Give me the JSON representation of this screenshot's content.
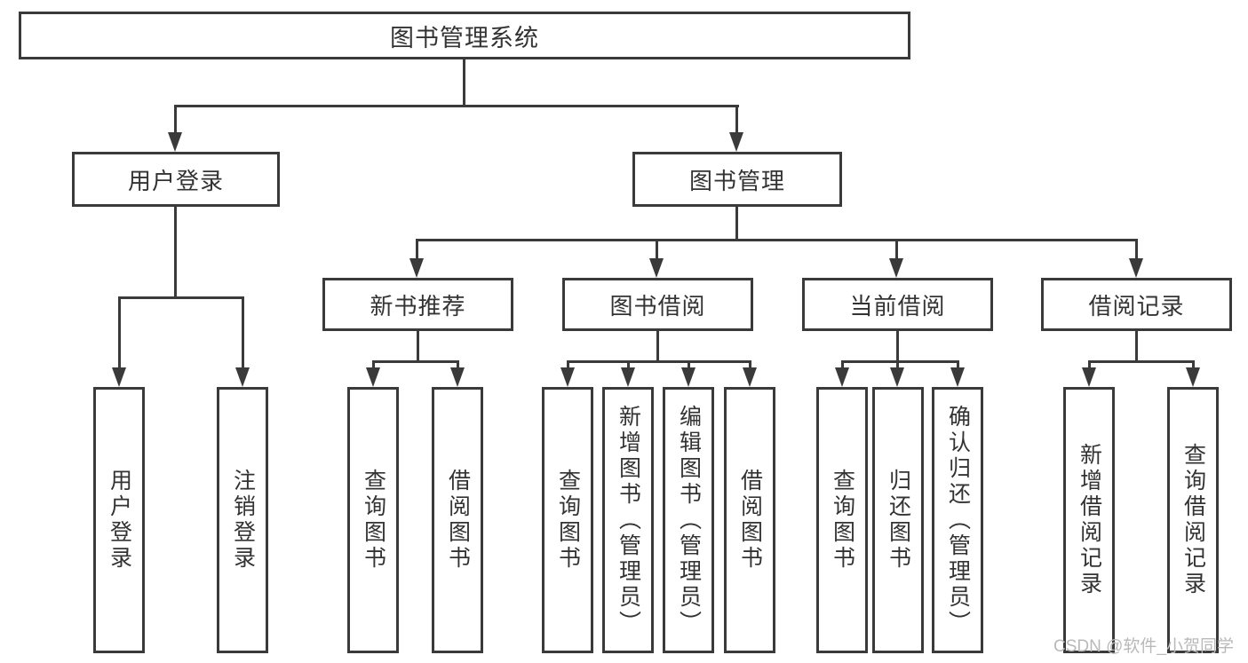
{
  "diagram": {
    "title": "图书管理系统",
    "branches": [
      {
        "label": "用户登录",
        "children": [
          "用户登录",
          "注销登录"
        ]
      },
      {
        "label": "图书管理",
        "groups": [
          {
            "label": "新书推荐",
            "children": [
              "查询图书",
              "借阅图书"
            ]
          },
          {
            "label": "图书借阅",
            "children": [
              "查询图书",
              "新增图书（管理员）",
              "编辑图书（管理员）",
              "借阅图书"
            ]
          },
          {
            "label": "当前借阅",
            "children": [
              "查询图书",
              "归还图书",
              "确认归还（管理员）"
            ]
          },
          {
            "label": "借阅记录",
            "children": [
              "新增借阅记录",
              "查询借阅记录"
            ]
          }
        ]
      }
    ]
  },
  "watermark": "CSDN @软件_小贺同学",
  "colors": {
    "line": "#3a3a3a",
    "text": "#333333",
    "background": "#ffffff",
    "watermark": "#b9b9b9"
  }
}
